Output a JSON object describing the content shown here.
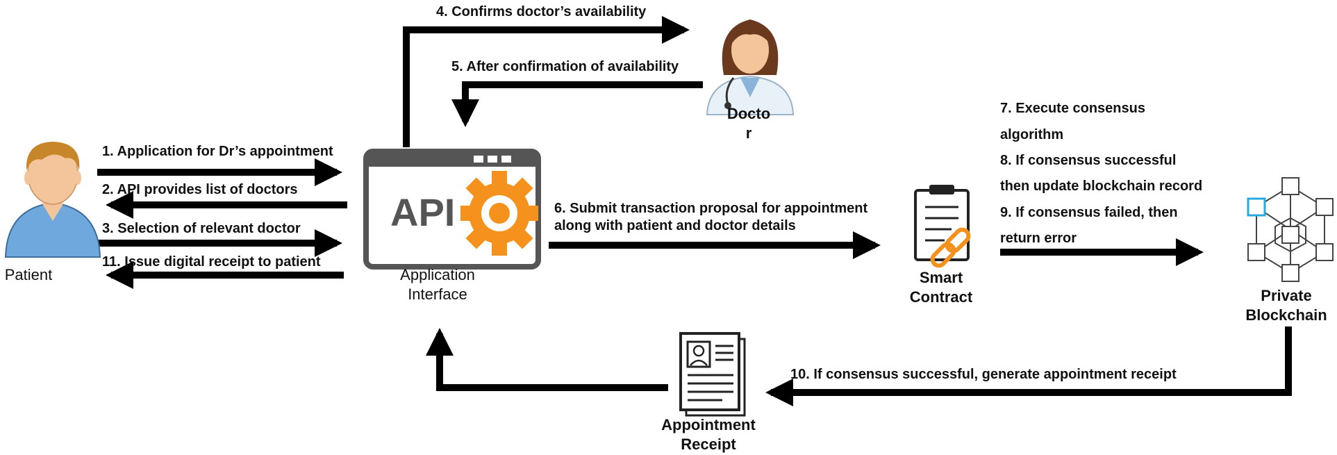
{
  "nodes": {
    "patient": {
      "label": "Patient"
    },
    "api": {
      "icon_text": "API",
      "label_line1": "Application",
      "label_line2": "Interface"
    },
    "doctor": {
      "label_line1": "Docto",
      "label_line2": "r"
    },
    "smart_contract": {
      "label_line1": "Smart",
      "label_line2": "Contract"
    },
    "blockchain": {
      "label_line1": "Private",
      "label_line2": "Blockchain"
    },
    "receipt": {
      "label_line1": "Appointment",
      "label_line2": "Receipt"
    }
  },
  "steps": {
    "s1": "1. Application  for Dr’s appointment",
    "s2": "2. API provides list of doctors",
    "s3": "3. Selection of relevant doctor",
    "s11": "11. Issue digital  receipt to patient",
    "s4": "4. Confirms doctor’s availability",
    "s5": "5. After confirmation of availability",
    "s6_line1": "6. Submit transaction proposal for appointment",
    "s6_line2": "along with patient and doctor details",
    "s7_line1": "7. Execute consensus",
    "s7_line2": "algorithm",
    "s8_line1": "8. If consensus successful",
    "s8_line2": "then update blockchain record",
    "s9_line1": "9. If consensus failed, then",
    "s9_line2": "return error",
    "s10": "10. If consensus successful, generate appointment receipt"
  },
  "colors": {
    "arrow": "#000000",
    "api_gray": "#555555",
    "gear_orange": "#f5921e",
    "chain_orange": "#f5921e",
    "block_blue": "#2aa9e0",
    "skin": "#f4c49a",
    "patient_hair": "#c8862a",
    "patient_shirt": "#6fa8dc",
    "doctor_hair": "#6b3a1e",
    "coat": "#e9f1f8"
  }
}
